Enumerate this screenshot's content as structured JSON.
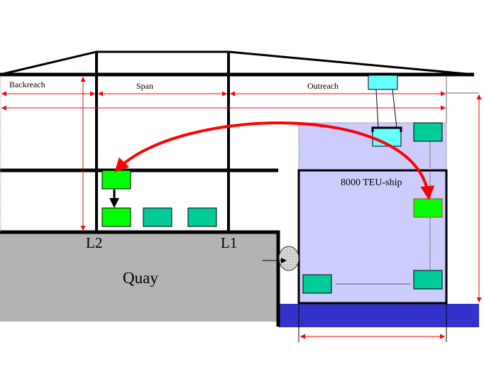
{
  "diagram": {
    "title": "Quay crane cross-section with 8000 TEU ship",
    "labels": {
      "backreach": "Backreach",
      "span": "Span",
      "outreach": "Outreach",
      "ship": "8000 TEU-ship",
      "quay": "Quay",
      "leg_l2": "L2",
      "leg_l1": "L1"
    },
    "colors": {
      "frame": "#000000",
      "dimension": "#ff0000",
      "quay": "#b3b3b3",
      "ship_hull": "#ccccff",
      "water": "#3333cc",
      "container_loaded": "#00ff00",
      "container_ground": "#00cc99",
      "trolley": "#66ffff",
      "fender": "#d0d0d0"
    },
    "elements": {
      "containers_on_quay": 3,
      "containers_on_ship": 3,
      "containers_in_transit": 1,
      "transfer_arrow": "ship-to-quay"
    }
  }
}
